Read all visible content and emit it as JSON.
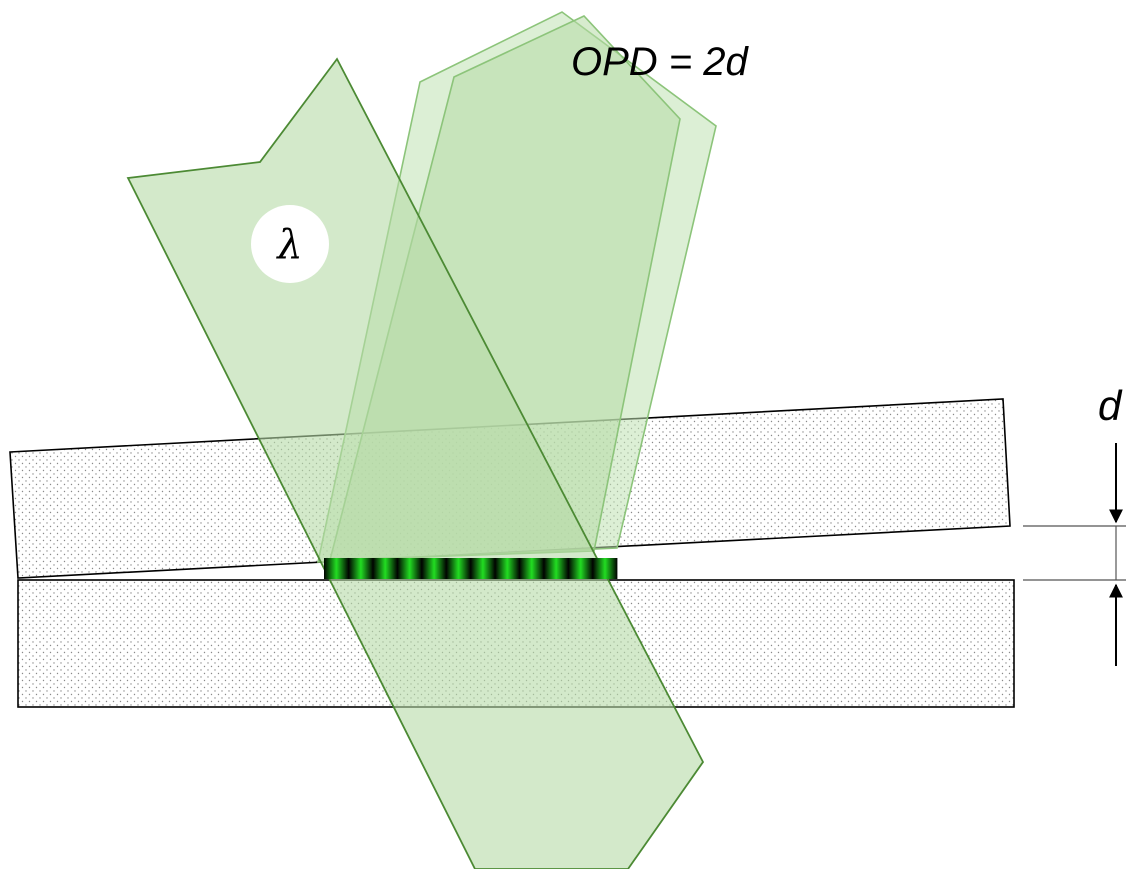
{
  "labels": {
    "opd_equation": "OPD = 2d",
    "gap_symbol": "d",
    "wavelength_symbol": "λ"
  },
  "colors": {
    "beam_fill": "#b6dba6",
    "beam_stroke": "#4c8a34",
    "reflected_beam_fill": "#bfe2b3",
    "reflected_beam_stroke": "#8cc47a",
    "glass_stroke": "#000000",
    "glass_stipple": "#9a9a9a",
    "fringe_bright": "#22dd22",
    "fringe_dark": "#000000",
    "arrow": "#000000"
  },
  "fringes": {
    "count": 12
  }
}
